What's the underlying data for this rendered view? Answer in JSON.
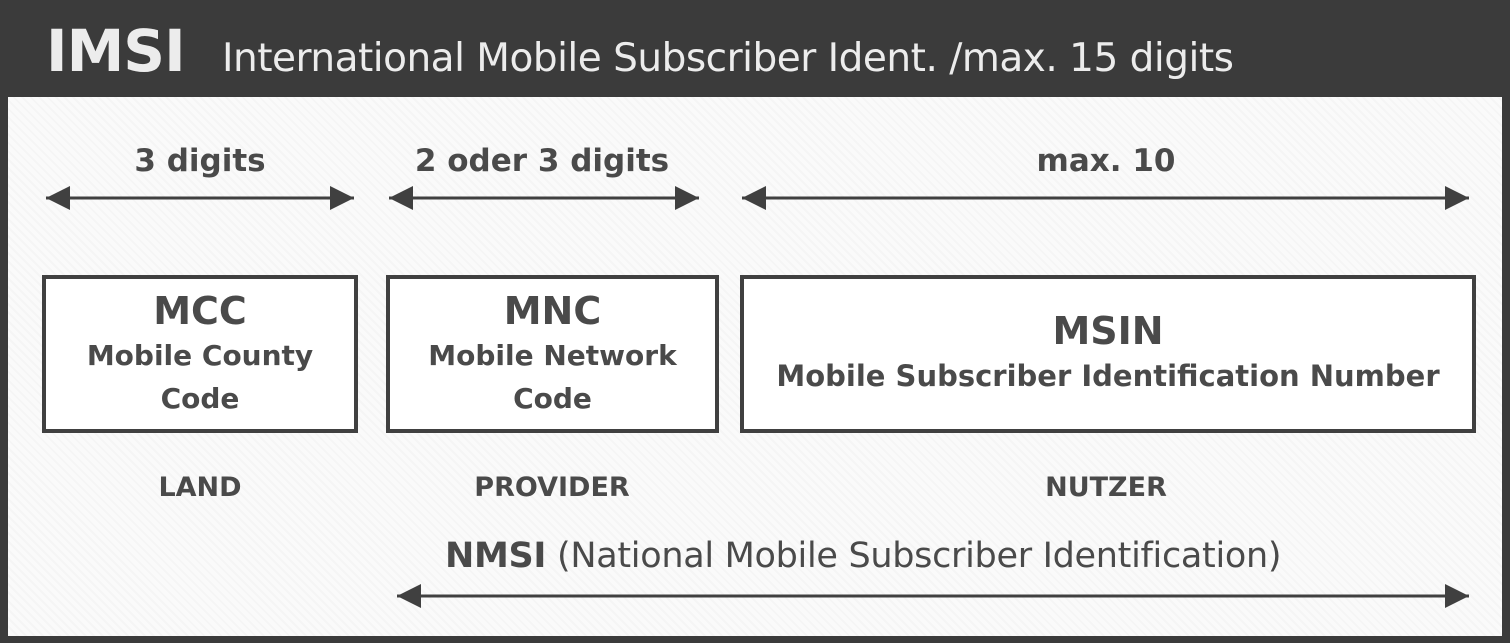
{
  "header": {
    "title": "IMSI",
    "subtitle": "International Mobile Subscriber Ident.  /max. 15 digits"
  },
  "segments": [
    {
      "width_label": "3 digits",
      "abbr": "MCC",
      "name_line1": "Mobile County",
      "name_line2": "Code",
      "role": "LAND"
    },
    {
      "width_label": "2 oder 3 digits",
      "abbr": "MNC",
      "name_line1": "Mobile Network",
      "name_line2": "Code",
      "role": "PROVIDER"
    },
    {
      "width_label": "max. 10",
      "abbr": "MSIN",
      "name_line1": "Mobile Subscriber Identification Number",
      "role": "NUTZER"
    }
  ],
  "nmsi": {
    "abbr": "NMSI",
    "expansion": " (National Mobile Subscriber Identification)"
  },
  "colors": {
    "header_bg": "#3b3b3b",
    "header_text": "#ececec",
    "body_text": "#4a4a4a",
    "box_border": "#404040",
    "arrow": "#404040"
  }
}
